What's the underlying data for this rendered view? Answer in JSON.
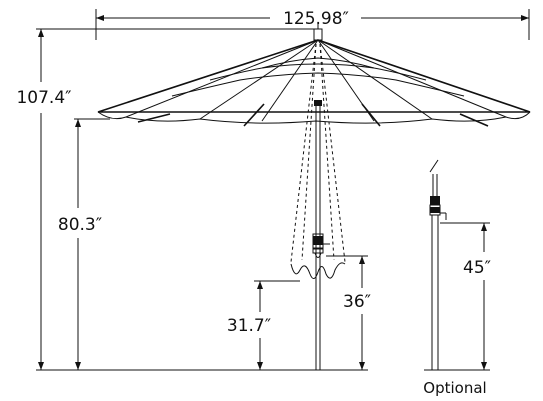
{
  "dimensions": {
    "canopy_width": "125.98″",
    "total_height": "107.4″",
    "canopy_clearance": "80.3″",
    "crank_height": "31.7″",
    "lower_pole_height": "36″",
    "optional_height": "45″"
  },
  "caption": {
    "optional": "Optional"
  }
}
